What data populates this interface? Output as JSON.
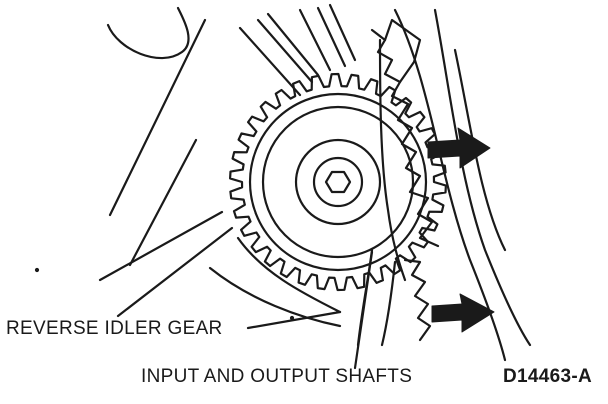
{
  "labels": {
    "reverse_idler_gear": "REVERSE IDLER GEAR",
    "input_output_shafts": "INPUT AND OUTPUT SHAFTS",
    "figure_code": "D14463-A"
  },
  "colors": {
    "ink": "#1a1a1a",
    "background": "#ffffff"
  },
  "icons": {
    "upper_arrow": "right-arrow-icon",
    "lower_arrow": "right-arrow-icon"
  }
}
